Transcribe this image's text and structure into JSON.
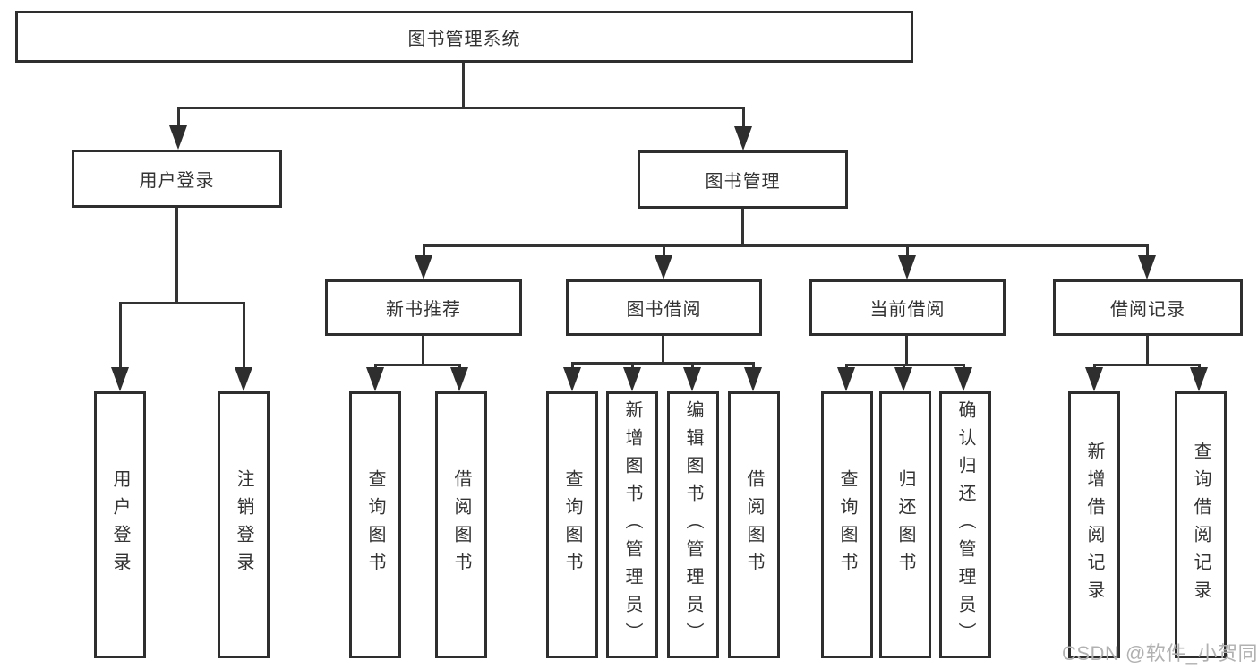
{
  "diagram": {
    "root_label": "图书管理系统",
    "level2": {
      "user_login": "用户登录",
      "book_mgmt": "图书管理"
    },
    "level3": {
      "new_books": "新书推荐",
      "borrowing": "图书借阅",
      "current_borrow": "当前借阅",
      "borrow_records": "借阅记录"
    },
    "leaves": {
      "user_login": [
        "用户登录",
        "注销登录"
      ],
      "new_books": [
        "查询图书",
        "借阅图书"
      ],
      "borrowing": [
        "查询图书",
        "新增图书（管理员）",
        "编辑图书（管理员）",
        "借阅图书"
      ],
      "current_borrow": [
        "查询图书",
        "归还图书",
        "确认归还（管理员）"
      ],
      "borrow_records": [
        "新增借阅记录",
        "查询借阅记录"
      ]
    }
  },
  "watermark": {
    "text": "CSDN @软件_小贺同学",
    "color": "#b1b1b1"
  },
  "colors": {
    "line": "#333333",
    "box_border": "#2e2e2e",
    "text": "#333333",
    "background": "#ffffff"
  }
}
